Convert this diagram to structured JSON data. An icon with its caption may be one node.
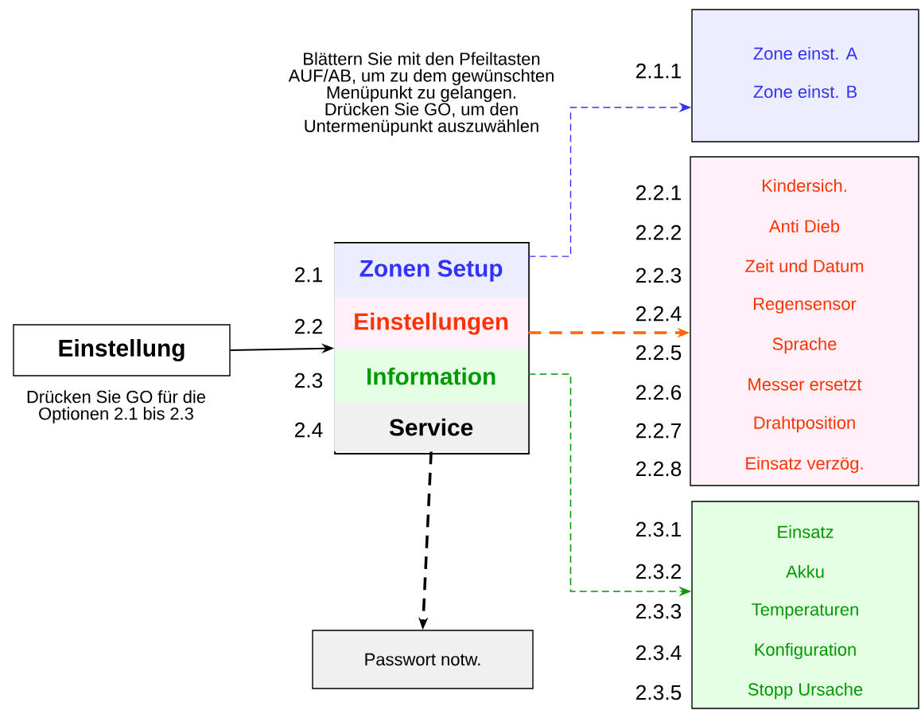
{
  "diagram": {
    "nodes": [
      {
        "text": [
          "Einstellung"
        ],
        "beside": [
          "Drücken Sie GO für die Optionen 2.1 bis 2.3"
        ]
      },
      {
        "text": [],
        "shape": "box"
      },
      {
        "text": [
          "Zonen Setup"
        ],
        "in": 1,
        "beside": [
          "2.1"
        ]
      },
      {
        "text": [
          "Einstellungen"
        ],
        "in": 1,
        "beside": [
          "2.2"
        ]
      },
      {
        "text": [
          "Information"
        ],
        "in": 1,
        "beside": [
          "2.3"
        ]
      },
      {
        "text": [
          "Service"
        ],
        "in": 1,
        "beside": [
          "2.4"
        ]
      },
      {
        "text": [
          "Zone einst. A",
          "Zone einst. B"
        ],
        "beside": [
          "2.1.1"
        ]
      },
      {
        "text": [
          "Kindersich.",
          "Anti Dieb",
          "Zeit und Datum",
          "Regensensor",
          "Sprache",
          "Messer ersetzt",
          "Drahtposition",
          "Einsatz verzög."
        ],
        "beside": [
          "2.2.1",
          "2.2.2",
          "2.2.3",
          "2.2.4",
          "2.2.5",
          "2.2.6",
          "2.2.7",
          "2.2.8"
        ]
      },
      {
        "text": [
          "Einsatz",
          "Akku",
          "Temperaturen",
          "Konfiguration",
          "Stopp Ursache"
        ],
        "beside": [
          "2.3.1",
          "2.3.2",
          "2.3.3",
          "2.3.4",
          "2.3.5"
        ]
      },
      {
        "text": [
          "Passwort notw."
        ]
      }
    ],
    "edges": [
      {
        "from": 0,
        "to": 1,
        "arrow": "to"
      },
      {
        "from": 2,
        "to": 6,
        "arrow": "to",
        "style": "dashed",
        "color": "#3333ff"
      },
      {
        "from": 3,
        "to": 7,
        "arrow": "to",
        "style": "dashed",
        "color": "#ff6600"
      },
      {
        "from": 4,
        "to": 8,
        "arrow": "to",
        "style": "dashed",
        "color": "#009900"
      },
      {
        "from": 5,
        "to": 9,
        "arrow": "to",
        "style": "dashed"
      }
    ],
    "labels": [
      "Blättern Sie mit den Pfeiltasten AUF/AB, um zu dem gewünschten Menüpunkt zu gelangen. Drücken Sie GO, um den Untermenüpunkt auszuwählen"
    ]
  }
}
